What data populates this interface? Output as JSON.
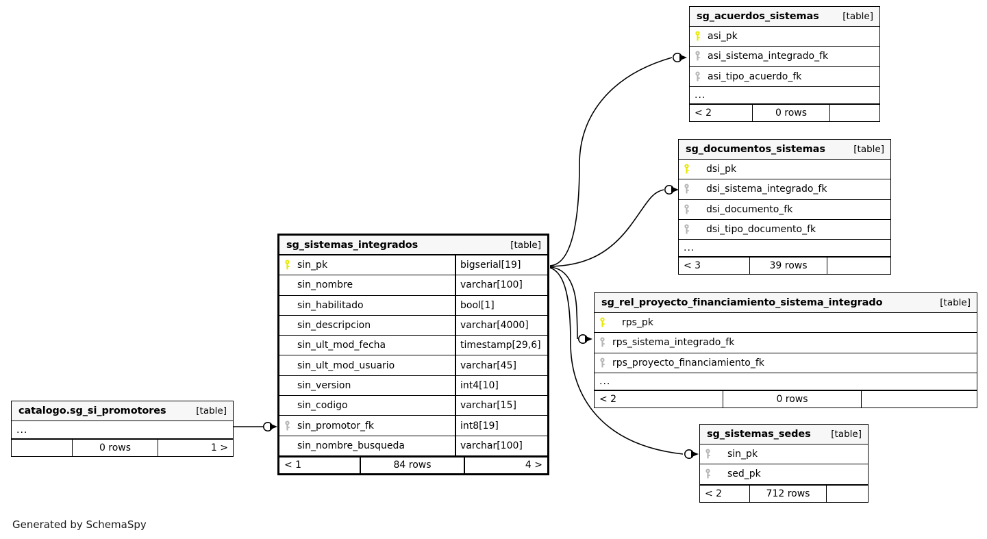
{
  "diagram": {
    "kind_label": "[table]",
    "ellipsis": "...",
    "credit": "Generated by SchemaSpy",
    "colors": {
      "pk_key": "#e8e800",
      "fk_key": "#b4b4b4",
      "table_header_bg": "#f7f7f7",
      "border": "#000000",
      "background": "#ffffff"
    }
  },
  "tables": {
    "sg_acuerdos_sistemas": {
      "name": "sg_acuerdos_sistemas",
      "kind": "[table]",
      "columns": [
        {
          "name": "asi_pk",
          "key": "pk"
        },
        {
          "name": "asi_sistema_integrado_fk",
          "key": "fk"
        },
        {
          "name": "asi_tipo_acuerdo_fk",
          "key": "fk"
        }
      ],
      "has_ellipsis": true,
      "footer": {
        "left": "< 2",
        "center": "0 rows",
        "right": ""
      }
    },
    "sg_documentos_sistemas": {
      "name": "sg_documentos_sistemas",
      "kind": "[table]",
      "columns": [
        {
          "name": "dsi_pk",
          "key": "pk"
        },
        {
          "name": "dsi_sistema_integrado_fk",
          "key": "fk"
        },
        {
          "name": "dsi_documento_fk",
          "key": "fk"
        },
        {
          "name": "dsi_tipo_documento_fk",
          "key": "fk"
        }
      ],
      "has_ellipsis": true,
      "footer": {
        "left": "< 3",
        "center": "39 rows",
        "right": ""
      }
    },
    "sg_rel_proyecto_financiamiento_sistema_integrado": {
      "name": "sg_rel_proyecto_financiamiento_sistema_integrado",
      "kind": "[table]",
      "columns": [
        {
          "name": "rps_pk",
          "key": "pk"
        },
        {
          "name": "rps_sistema_integrado_fk",
          "key": "fk"
        },
        {
          "name": "rps_proyecto_financiamiento_fk",
          "key": "fk"
        }
      ],
      "has_ellipsis": true,
      "footer": {
        "left": "< 2",
        "center": "0 rows",
        "right": ""
      }
    },
    "sg_sistemas_sedes": {
      "name": "sg_sistemas_sedes",
      "kind": "[table]",
      "columns": [
        {
          "name": "sin_pk",
          "key": "fk"
        },
        {
          "name": "sed_pk",
          "key": "fk"
        }
      ],
      "has_ellipsis": false,
      "footer": {
        "left": "< 2",
        "center": "712 rows",
        "right": ""
      }
    },
    "sg_sistemas_integrados": {
      "name": "sg_sistemas_integrados",
      "kind": "[table]",
      "focus": true,
      "columns": [
        {
          "name": "sin_pk",
          "key": "pk",
          "type": "bigserial[19]"
        },
        {
          "name": "sin_nombre",
          "key": "none",
          "type": "varchar[100]"
        },
        {
          "name": "sin_habilitado",
          "key": "none",
          "type": "bool[1]"
        },
        {
          "name": "sin_descripcion",
          "key": "none",
          "type": "varchar[4000]"
        },
        {
          "name": "sin_ult_mod_fecha",
          "key": "none",
          "type": "timestamp[29,6]"
        },
        {
          "name": "sin_ult_mod_usuario",
          "key": "none",
          "type": "varchar[45]"
        },
        {
          "name": "sin_version",
          "key": "none",
          "type": "int4[10]"
        },
        {
          "name": "sin_codigo",
          "key": "none",
          "type": "varchar[15]"
        },
        {
          "name": "sin_promotor_fk",
          "key": "fk",
          "type": "int8[19]"
        },
        {
          "name": "sin_nombre_busqueda",
          "key": "none",
          "type": "varchar[100]"
        }
      ],
      "has_ellipsis": false,
      "footer": {
        "left": "< 1",
        "center": "84 rows",
        "right": "4 >"
      }
    },
    "catalogo_sg_si_promotores": {
      "name": "catalogo.sg_si_promotores",
      "kind": "[table]",
      "columns": [],
      "has_ellipsis": true,
      "footer": {
        "left": "",
        "center": "0 rows",
        "right": "1 >"
      }
    }
  }
}
